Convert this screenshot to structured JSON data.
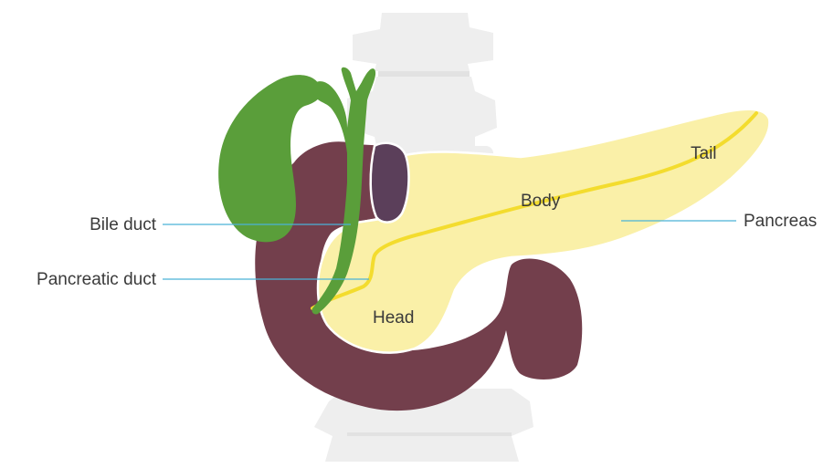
{
  "labels": {
    "bile_duct": "Bile duct",
    "pancreatic_duct": "Pancreatic duct",
    "pancreas": "Pancreas",
    "head": "Head",
    "body": "Body",
    "tail": "Tail"
  },
  "colors": {
    "spine": "#eeeeee",
    "spine_shadow": "#e2e2e2",
    "gallbladder": "#5a9e3a",
    "duodenum": "#733f4c",
    "pancreas": "#faf0a8",
    "pancreas_outline": "#ffffff",
    "duct": "#f3dc2e",
    "leader_line": "#4ab2d8",
    "text": "#3a3a3a"
  }
}
